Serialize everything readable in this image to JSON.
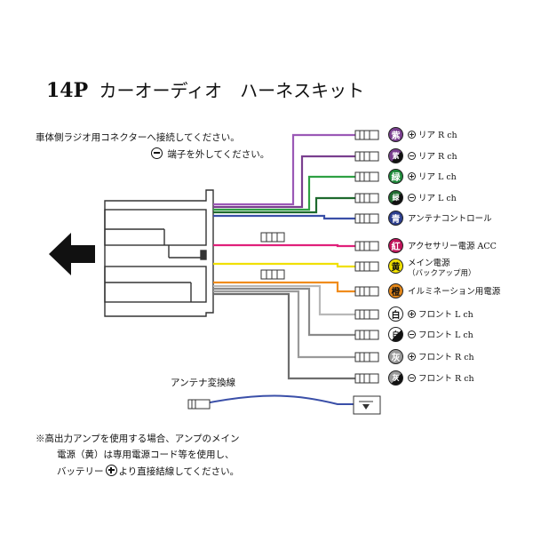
{
  "title": {
    "model": "14P",
    "text": "カーオーディオ　ハーネスキット"
  },
  "instructions": {
    "line1": "車体側ラジオ用コネクターへ接続してください。",
    "line2": "端子を外してください。"
  },
  "antenna_label": "アンテナ変換線",
  "footnote": {
    "line1": "※高出力アンプを使用する場合、アンプのメイン",
    "line2": "電源（黄）は専用電源コード等を使用し、",
    "line3a": "バッテリー",
    "line3b": "より直接結線してください。"
  },
  "wires": [
    {
      "badge": "紫",
      "badge_bg": "#7a3f8f",
      "badge_fg": "#ffffff",
      "wire_color": "#9b59b6",
      "pol": "plus",
      "label": "リア R ch"
    },
    {
      "badge": "紫/黒",
      "badge_bg": "#7a3f8f",
      "badge_fg": "#ffffff",
      "wire_color": "#7a3f8f",
      "pol": "minus",
      "label": "リア R ch"
    },
    {
      "badge": "緑",
      "badge_bg": "#1e8a3a",
      "badge_fg": "#ffffff",
      "wire_color": "#2ea043",
      "pol": "plus",
      "label": "リア L ch"
    },
    {
      "badge": "緑/黒",
      "badge_bg": "#1e6a2e",
      "badge_fg": "#ffffff",
      "wire_color": "#1e6a2e",
      "pol": "minus",
      "label": "リア L ch"
    },
    {
      "badge": "青",
      "badge_bg": "#2d3f8f",
      "badge_fg": "#ffffff",
      "wire_color": "#3a4fa8",
      "pol": "",
      "label": "アンテナコントロール"
    },
    {
      "badge": "紅",
      "badge_bg": "#c0135a",
      "badge_fg": "#ffffff",
      "wire_color": "#e0207a",
      "pol": "",
      "label": "アクセサリー電源 ACC"
    },
    {
      "badge": "黄",
      "badge_bg": "#f2e200",
      "badge_fg": "#111111",
      "wire_color": "#f0e000",
      "pol": "",
      "label": "メイン電源",
      "sub": "（バックアップ用）"
    },
    {
      "badge": "橙",
      "badge_bg": "#e88a1a",
      "badge_fg": "#111111",
      "wire_color": "#f08c1c",
      "pol": "",
      "label": "イルミネーション用電源"
    },
    {
      "badge": "白",
      "badge_bg": "#ffffff",
      "badge_fg": "#111111",
      "wire_color": "#b8b8b8",
      "pol": "plus",
      "label": "フロント L ch"
    },
    {
      "badge": "白/黒",
      "badge_bg": "#ffffff",
      "badge_fg": "#111111",
      "wire_color": "#8a8a8a",
      "pol": "minus",
      "label": "フロント L ch"
    },
    {
      "badge": "灰",
      "badge_bg": "#9a9a9a",
      "badge_fg": "#ffffff",
      "wire_color": "#9a9a9a",
      "pol": "plus",
      "label": "フロント R ch"
    },
    {
      "badge": "灰/黒",
      "badge_bg": "#9a9a9a",
      "badge_fg": "#ffffff",
      "wire_color": "#6e6e6e",
      "pol": "minus",
      "label": "フロント R ch"
    }
  ],
  "colors": {
    "ink": "#111111",
    "connector": "#333333",
    "antenna_wire": "#3a4fa8"
  }
}
